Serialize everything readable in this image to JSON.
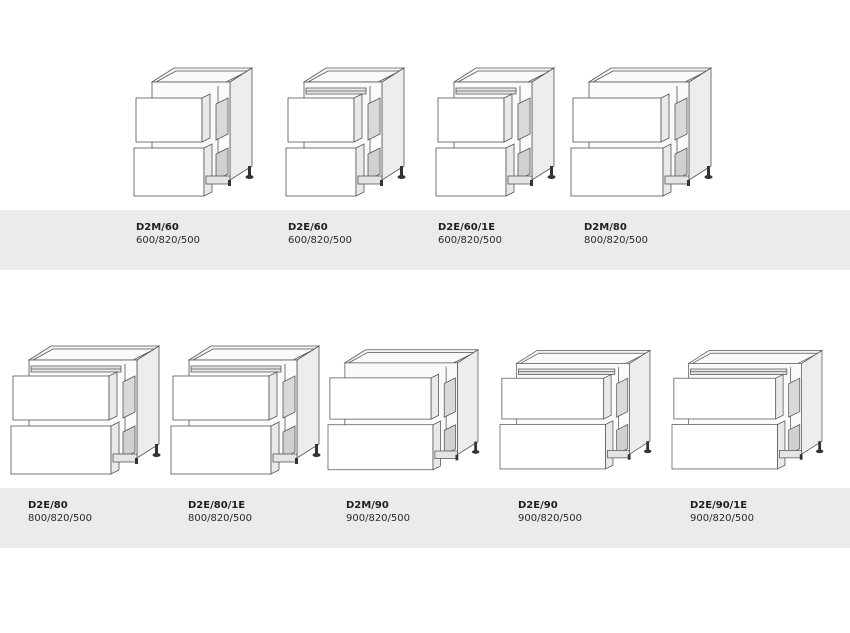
{
  "rows": [
    {
      "items": [
        {
          "code": "D2M/60",
          "dims": "600/820/500"
        },
        {
          "code": "D2E/60",
          "dims": "600/820/500"
        },
        {
          "code": "D2E/60/1E",
          "dims": "600/820/500"
        },
        {
          "code": "D2M/80",
          "dims": "800/820/500"
        }
      ]
    },
    {
      "items": [
        {
          "code": "D2E/80",
          "dims": "800/820/500"
        },
        {
          "code": "D2E/80/1E",
          "dims": "800/820/500"
        },
        {
          "code": "D2M/90",
          "dims": "900/820/500"
        },
        {
          "code": "D2E/90",
          "dims": "900/820/500"
        },
        {
          "code": "D2E/90/1E",
          "dims": "900/820/500"
        }
      ]
    }
  ]
}
